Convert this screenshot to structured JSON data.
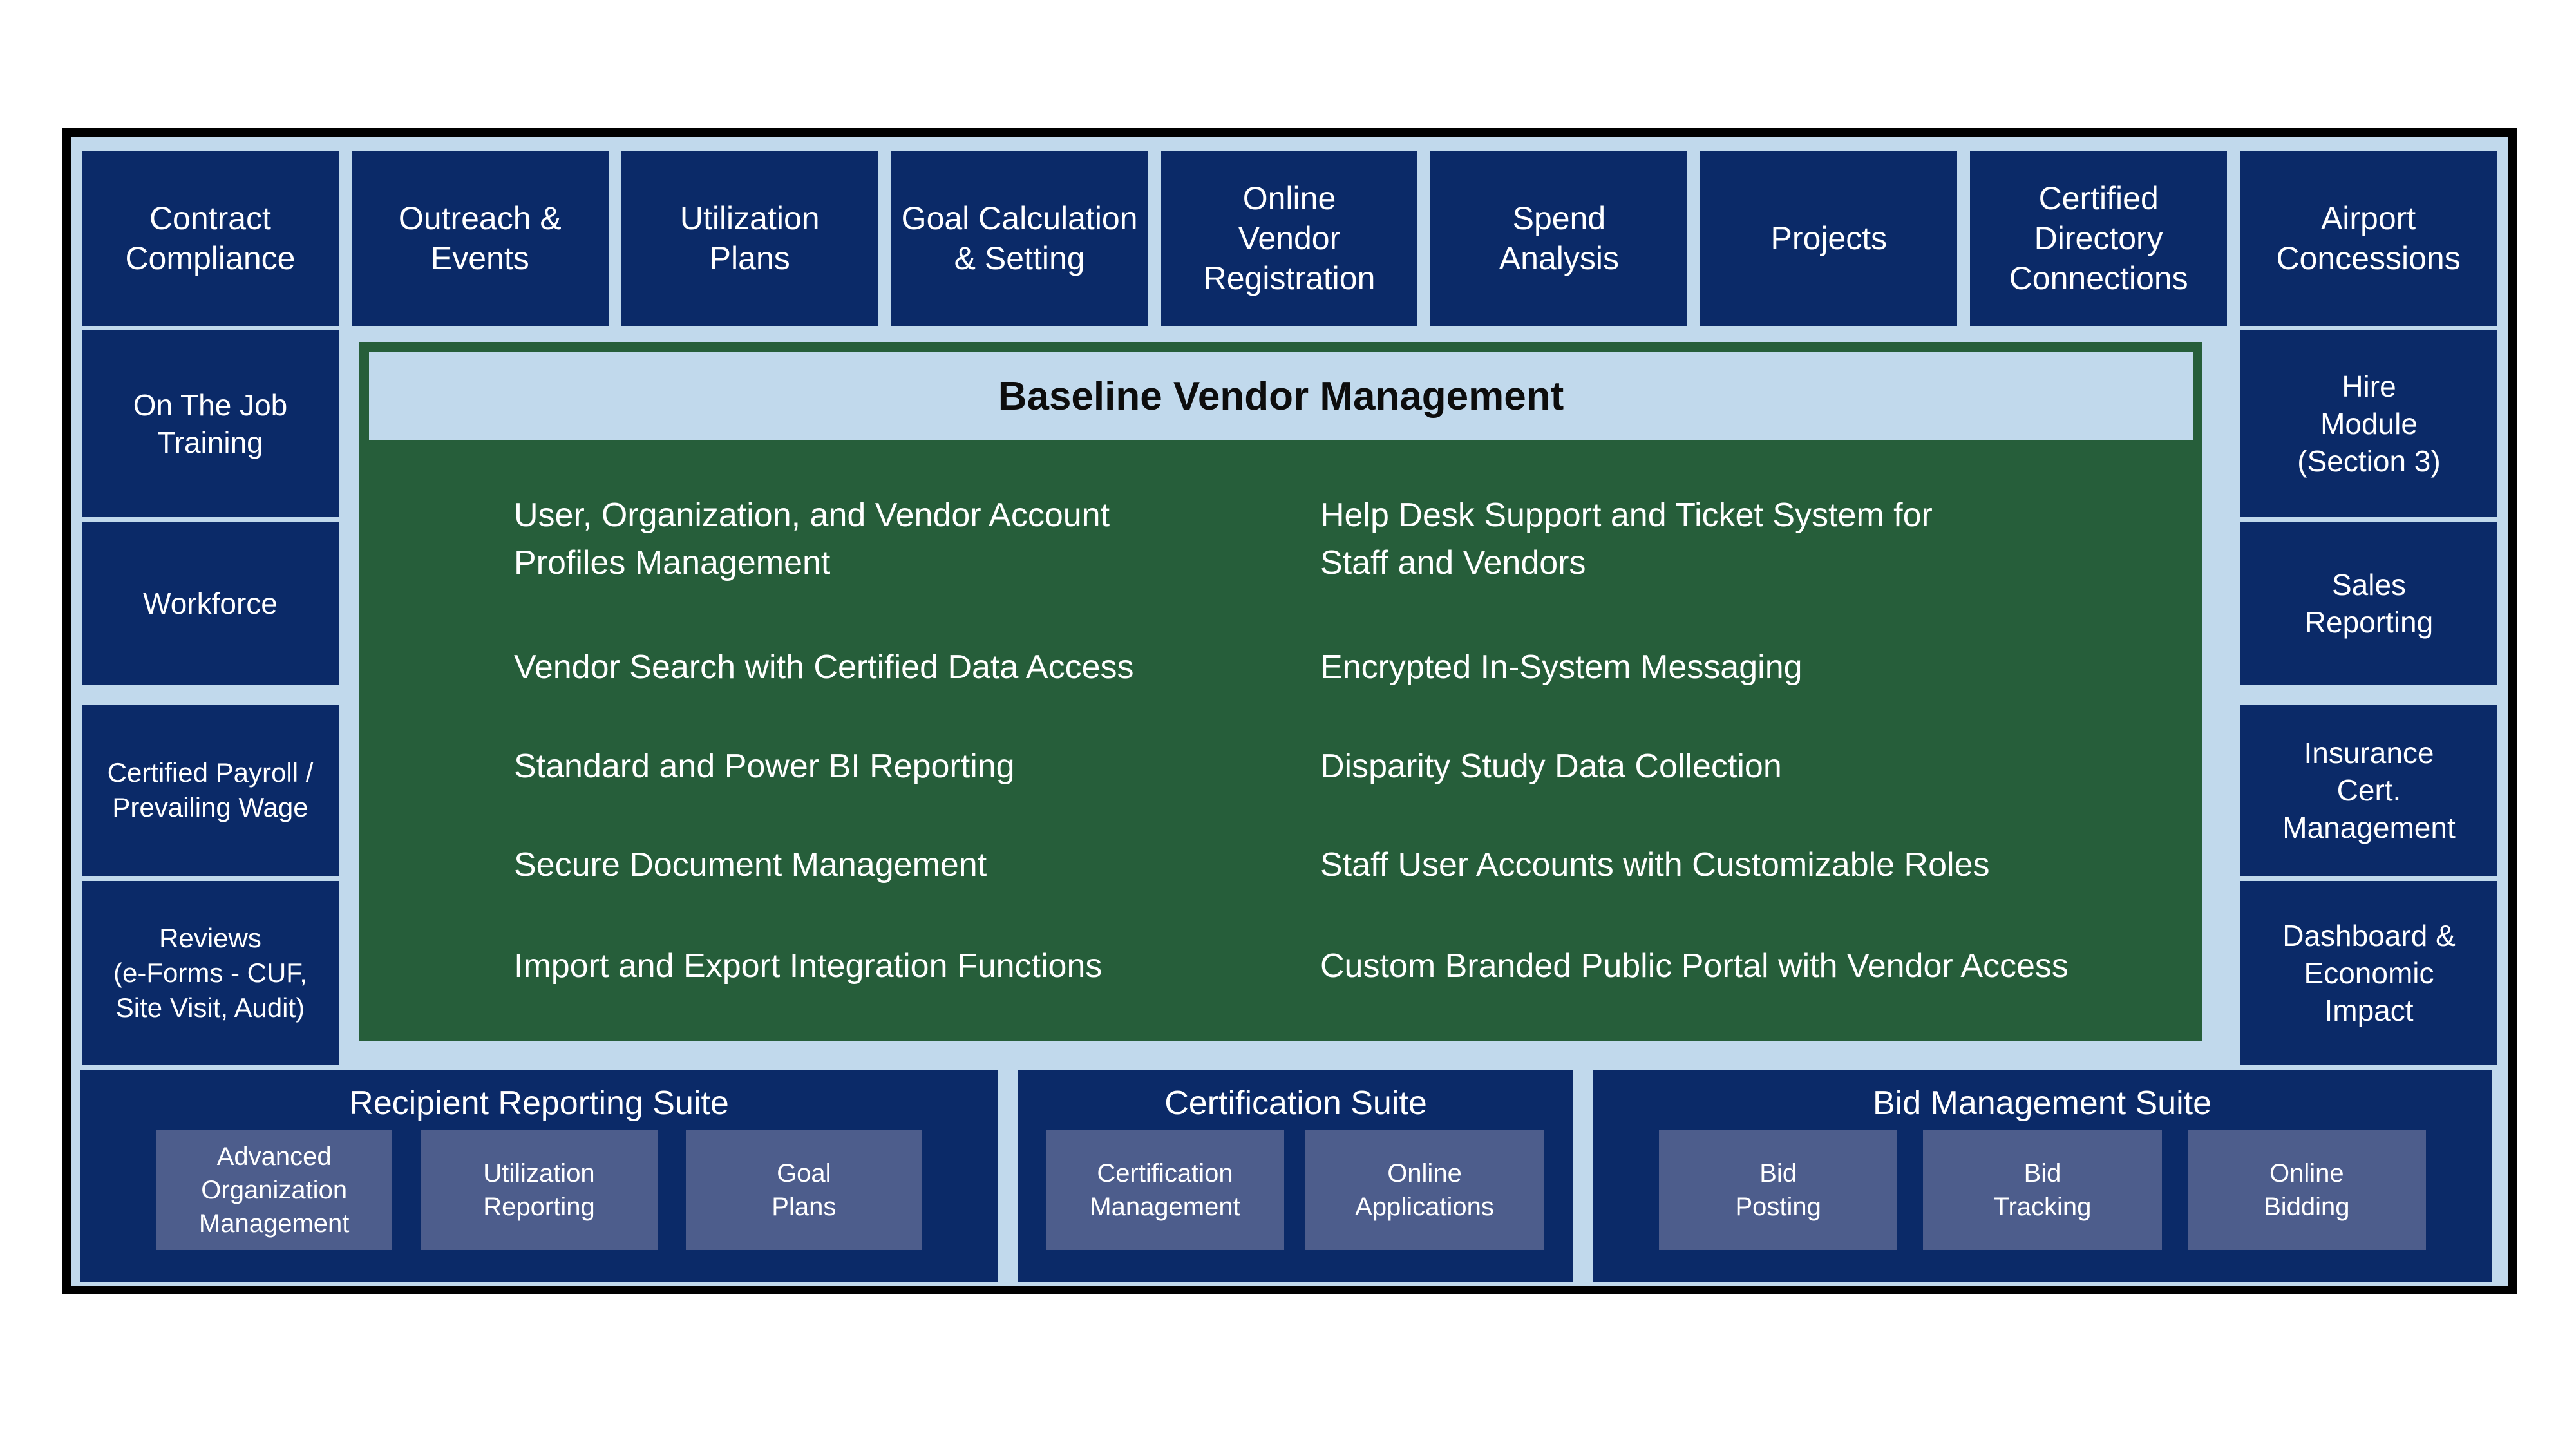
{
  "colors": {
    "navy": "#0b2a68",
    "light_blue": "#c1d9ec",
    "green": "#265e3a",
    "slate": "#4d5d8c",
    "frame_border": "#000000",
    "text_light": "#ffffff",
    "title_text": "#0d0d0d"
  },
  "top_row": [
    "Contract\nCompliance",
    "Outreach &\nEvents",
    "Utilization\nPlans",
    "Goal Calculation\n& Setting",
    "Online\nVendor\nRegistration",
    "Spend\nAnalysis",
    "Projects",
    "Certified\nDirectory\nConnections",
    "Airport\nConcessions"
  ],
  "left_column": [
    "On The Job\nTraining",
    "Workforce",
    "Certified Payroll /\nPrevailing Wage",
    "Reviews\n(e-Forms - CUF,\nSite Visit, Audit)"
  ],
  "right_column": [
    "Hire\nModule\n(Section 3)",
    "Sales\nReporting",
    "Insurance\nCert.\nManagement",
    "Dashboard &\nEconomic\nImpact"
  ],
  "center": {
    "title": "Baseline Vendor Management",
    "items_left": [
      "User, Organization, and Vendor Account\nProfiles Management",
      "Vendor Search with Certified Data Access",
      "Standard and Power BI Reporting",
      "Secure Document Management",
      "Import and Export Integration Functions"
    ],
    "items_right": [
      "Help Desk Support and Ticket System for\nStaff and Vendors",
      "Encrypted In-System Messaging",
      "Disparity Study Data Collection",
      "Staff User Accounts with Customizable Roles",
      "Custom Branded Public Portal with Vendor Access"
    ]
  },
  "suites": [
    {
      "title": "Recipient Reporting Suite",
      "modules": [
        "Advanced\nOrganization\nManagement",
        "Utilization\nReporting",
        "Goal\nPlans"
      ]
    },
    {
      "title": "Certification Suite",
      "modules": [
        "Certification\nManagement",
        "Online\nApplications"
      ]
    },
    {
      "title": "Bid Management Suite",
      "modules": [
        "Bid\nPosting",
        "Bid\nTracking",
        "Online\nBidding"
      ]
    }
  ]
}
